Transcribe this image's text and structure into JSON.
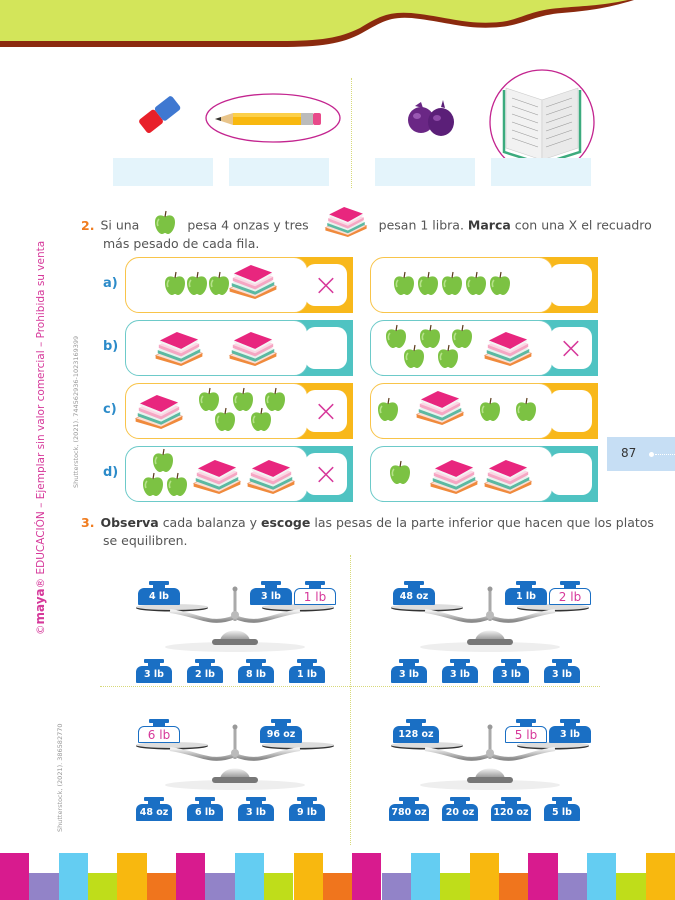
{
  "page": {
    "number": "87"
  },
  "exercise1": {
    "items": [
      {
        "name": "eraser",
        "selected": false
      },
      {
        "name": "pencil",
        "selected": true
      },
      {
        "name": "onions",
        "selected": false
      },
      {
        "name": "book",
        "selected": true
      }
    ]
  },
  "exercise2": {
    "number": "2.",
    "text_a": "Si una",
    "text_b": "pesa 4 onzas y tres",
    "text_c": "pesan 1 libra.",
    "bold": "Marca",
    "text_d": "con una X el recuadro",
    "text_e": "más pesado de cada fila.",
    "rows": [
      {
        "label": "a)",
        "color": "yellow",
        "left": {
          "apples": 3,
          "books": 1,
          "marked": true
        },
        "right": {
          "apples": 5,
          "books": 0,
          "marked": false
        }
      },
      {
        "label": "b)",
        "color": "teal",
        "left": {
          "apples": 0,
          "books": 2,
          "marked": false
        },
        "right": {
          "apples": 5,
          "books": 1,
          "marked": true
        }
      },
      {
        "label": "c)",
        "color": "yellow",
        "left": {
          "apples": 5,
          "books": 1,
          "marked": true
        },
        "right": {
          "apples": 3,
          "books": 1,
          "marked": false
        }
      },
      {
        "label": "d)",
        "color": "teal",
        "left": {
          "apples": 3,
          "books": 2,
          "marked": true
        },
        "right": {
          "apples": 1,
          "books": 2,
          "marked": false
        }
      }
    ],
    "mark_symbol": "×"
  },
  "exercise3": {
    "number": "3.",
    "bold1": "Observa",
    "text1": "cada balanza y",
    "bold2": "escoge",
    "text2": "las pesas de la parte inferior que hacen que los platos",
    "text3": "se equilibren.",
    "balances": [
      {
        "left": [
          {
            "label": "4 lb",
            "answer": false
          }
        ],
        "right": [
          {
            "label": "3 lb",
            "answer": false
          },
          {
            "label": "1 lb",
            "answer": true
          }
        ],
        "options": [
          "3 lb",
          "2 lb",
          "8 lb",
          "1 lb"
        ]
      },
      {
        "left": [
          {
            "label": "48 oz",
            "answer": false
          }
        ],
        "right": [
          {
            "label": "1 lb",
            "answer": false
          },
          {
            "label": "2 lb",
            "answer": true
          }
        ],
        "options": [
          "3 lb",
          "3 lb",
          "3 lb",
          "3 lb"
        ]
      },
      {
        "left": [
          {
            "label": "6 lb",
            "answer": true
          }
        ],
        "right": [
          {
            "label": "96 oz",
            "answer": false
          }
        ],
        "options": [
          "48 oz",
          "6 lb",
          "3 lb",
          "9 lb"
        ]
      },
      {
        "left": [
          {
            "label": "128 oz",
            "answer": false
          }
        ],
        "right": [
          {
            "label": "5 lb",
            "answer": true
          },
          {
            "label": "3 lb",
            "answer": false
          }
        ],
        "options": [
          "780 oz",
          "20 oz",
          "120 oz",
          "5 lb"
        ]
      }
    ]
  },
  "side": {
    "brand_prefix": "©",
    "brand": "maya",
    "brand_rest": "® EDUCACIÓN – Ejemplar sin valor comercial – Prohibida su venta",
    "credit1": "Shutterstock, (2021). 744562936-1023169399",
    "credit2": "Shutterstock, (2021). 386582770"
  },
  "colors": {
    "wave_green": "#d3e55a",
    "wave_brown": "#8b2a0e",
    "orange": "#f07c1f",
    "label_blue": "#2c8bc9",
    "weight_blue": "#1a6fc4",
    "magenta": "#d6389a",
    "yellow": "#f8b81b",
    "teal": "#4fc3c2"
  },
  "stripes": [
    "#d81b8e",
    "#9283c8",
    "#64cdf2",
    "#bfdd1a",
    "#f8b80f",
    "#f0751d"
  ]
}
